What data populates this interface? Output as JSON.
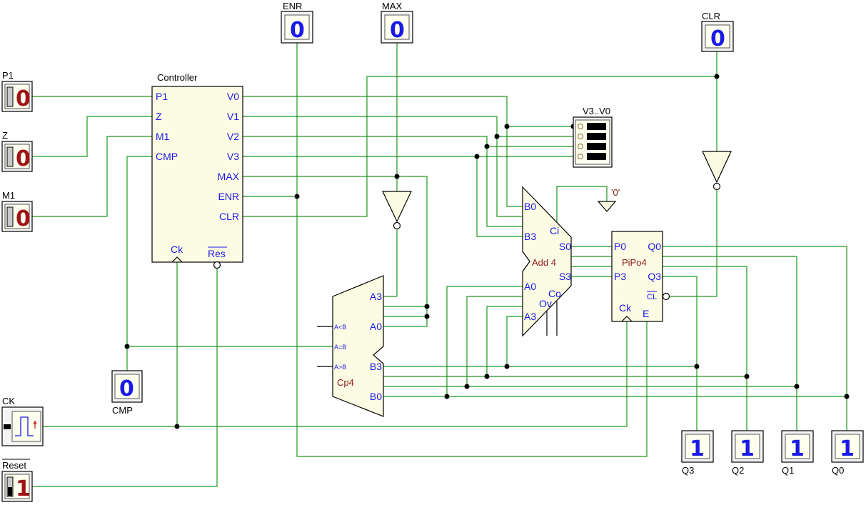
{
  "controller": {
    "title": "Controller",
    "inputs": [
      "P1",
      "Z",
      "M1",
      "CMP"
    ],
    "outputs": [
      "V0",
      "V1",
      "V2",
      "V3",
      "MAX",
      "ENR",
      "CLR"
    ],
    "ck": "Ck",
    "res": "Res"
  },
  "switches": {
    "p1": {
      "label": "P1",
      "value": "0"
    },
    "z": {
      "label": "Z",
      "value": "0"
    },
    "m1": {
      "label": "M1",
      "value": "0"
    },
    "reset": {
      "label": "Reset",
      "value": "1"
    },
    "ck": {
      "label": "CK"
    }
  },
  "probes": {
    "enr": {
      "label": "ENR",
      "value": "0"
    },
    "max": {
      "label": "MAX",
      "value": "0"
    },
    "clr": {
      "label": "CLR",
      "value": "0"
    },
    "cmp": {
      "label": "CMP",
      "value": "0"
    },
    "q3": {
      "label": "Q3",
      "value": "1"
    },
    "q2": {
      "label": "Q2",
      "value": "1"
    },
    "q1": {
      "label": "Q1",
      "value": "1"
    },
    "q0": {
      "label": "Q0",
      "value": "1"
    }
  },
  "bargraph": {
    "label": "V3..V0"
  },
  "const0": {
    "label": "'0'"
  },
  "adder": {
    "name": "Add 4",
    "pins_left": [
      "B0",
      "B3",
      "A0",
      "A3"
    ],
    "ci": "Ci",
    "co": "Co",
    "ov": "Ov",
    "s0": "S0",
    "s3": "S3"
  },
  "register": {
    "name": "PiPo4",
    "p0": "P0",
    "p3": "P3",
    "q0": "Q0",
    "q3": "Q3",
    "cl": "CL",
    "ck": "Ck",
    "e": "E"
  },
  "comparator": {
    "name": "Cp4",
    "a3": "A3",
    "a0": "A0",
    "b3": "B3",
    "b0": "B0",
    "lt": "A<B",
    "eq": "A=B",
    "gt": "A>B"
  }
}
